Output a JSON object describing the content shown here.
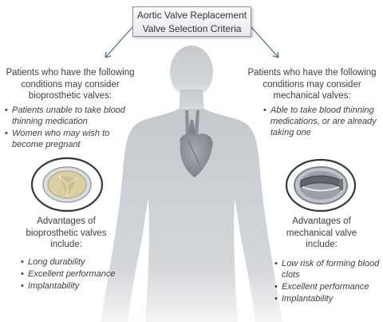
{
  "title": {
    "line1": "Aortic Valve Replacement",
    "line2": "Valve Selection Criteria"
  },
  "left": {
    "heading": [
      "Patients who have the following",
      "conditions may consider",
      "bioprosthetic valves:"
    ],
    "criteria": [
      "Patients unable to take blood thinning medication",
      "Women who may wish to become pregnant"
    ],
    "advantages_heading": [
      "Advantages of",
      "bioprosthetic valves",
      "include:"
    ],
    "advantages": [
      "Long durability",
      "Excellent performance",
      "Implantability"
    ],
    "valve_icon": "bioprosthetic-valve-icon"
  },
  "right": {
    "heading": [
      "Patients who have the following",
      "conditions may consider",
      "mechanical valves:"
    ],
    "criteria": [
      "Able to take blood thinning medications, or are already taking one"
    ],
    "advantages_heading": [
      "Advantages of",
      "mechanical valve",
      "include:"
    ],
    "advantages": [
      "Low risk of forming blood clots",
      "Excellent performance",
      "Implantability"
    ],
    "valve_icon": "mechanical-valve-icon"
  },
  "colors": {
    "silhouette": "#c9cdd1",
    "heart": "#8f959b",
    "arrow": "#4f6e88",
    "text": "#3a3f45"
  }
}
